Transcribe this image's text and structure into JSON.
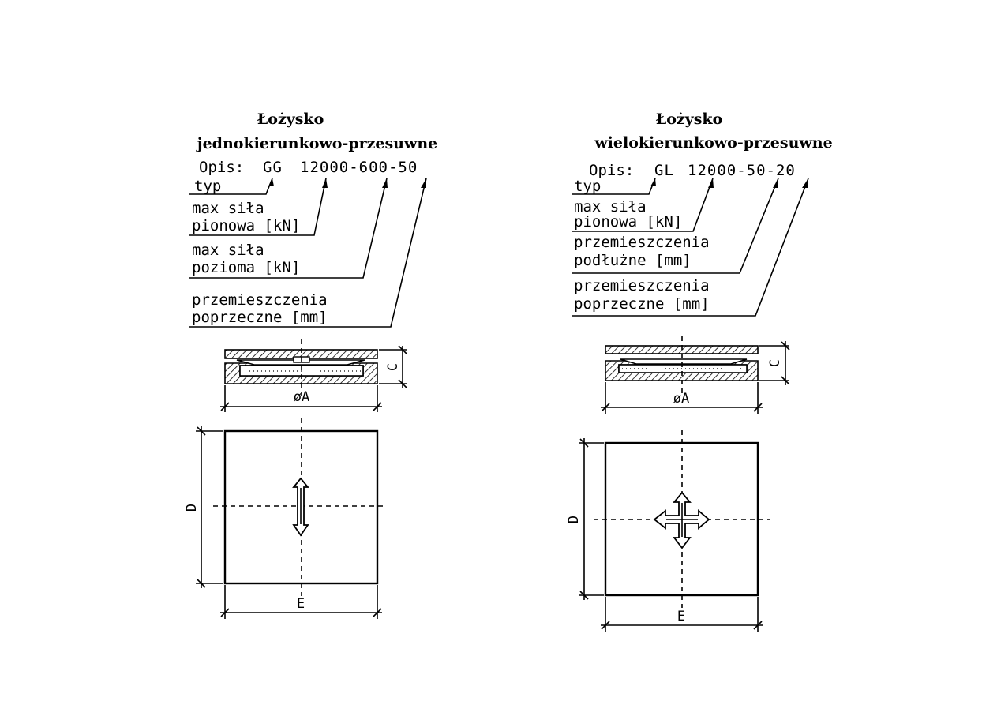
{
  "left": {
    "title1": "Łożysko",
    "title2": "jednokierunkowo-przesuwne",
    "opis_label": "Opis:",
    "code_type": "GG",
    "code_values": "12000-600-50",
    "typ": "typ",
    "v1_line1": "max siła",
    "v1_line2": "pionowa [kN]",
    "v2_line1": "max siła",
    "v2_line2": "pozioma [kN]",
    "v3_line1": "przemieszczenia",
    "v3_line2": "poprzeczne [mm]",
    "dim_A": "øA",
    "dim_C": "C",
    "dim_D": "D",
    "dim_E": "E"
  },
  "right": {
    "title1": "Łożysko",
    "title2": "wielokierunkowo-przesuwne",
    "opis_label": "Opis:",
    "code_type": "GL",
    "code_values": "12000-50-20",
    "typ": "typ",
    "v1_line1": "max siła",
    "v1_line2": "pionowa [kN]",
    "v2_line1": "przemieszczenia",
    "v2_line2": "podłużne [mm]",
    "v3_line1": "przemieszczenia",
    "v3_line2": "poprzeczne [mm]",
    "dim_A": "øA",
    "dim_C": "C",
    "dim_D": "D",
    "dim_E": "E"
  }
}
